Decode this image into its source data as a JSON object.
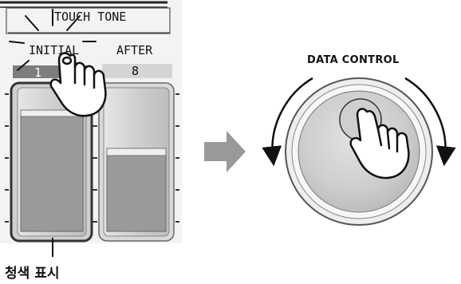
{
  "panel": {
    "title": "TOUCH TONE",
    "columns": [
      {
        "label": "INITIAL",
        "value": "1",
        "state": "selected"
      },
      {
        "label": "AFTER",
        "value": "8",
        "state": "normal"
      }
    ]
  },
  "control": {
    "label": "DATA CONTROL"
  },
  "caption": "청색 표시",
  "colors": {
    "panel_bg": "#f2f2f2",
    "slider_fill": "#9a9a9a",
    "selected_value_bg": "#7d7d7d",
    "arrow": "#999999",
    "dial_face": "#c8c8c8",
    "dial_rim": "#e6e6e6"
  },
  "icons": [
    "finger-press-icon",
    "rotate-arrow-icon",
    "next-arrow-icon"
  ]
}
